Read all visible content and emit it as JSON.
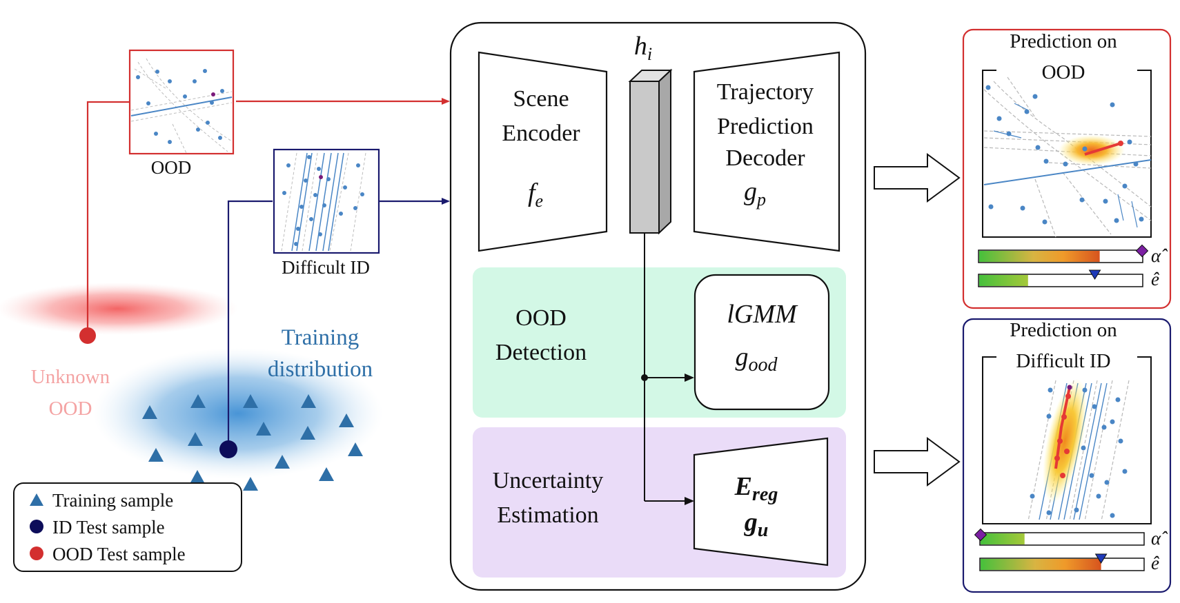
{
  "colors": {
    "ood_red": "#d32f2f",
    "id_navy": "#1a1a6e",
    "training_blue": "#2e6fa7",
    "unknown_pink": "#f4a3a3",
    "ood_panel_green": "#d3f8e6",
    "uncertainty_panel_purple": "#eadcf8",
    "encoder_bar_gray": "#c9c9c9"
  },
  "left": {
    "ood_caption": "OOD",
    "difficult_id_caption": "Difficult ID",
    "unknown_label_1": "Unknown",
    "unknown_label_2": "OOD",
    "training_label_1": "Training",
    "training_label_2": "distribution"
  },
  "legend": {
    "items": [
      {
        "label": "Training sample",
        "marker": "triangle",
        "color": "#2e6fa7"
      },
      {
        "label": "ID Test sample",
        "marker": "circle",
        "color": "#1a1a6e"
      },
      {
        "label": "OOD Test sample",
        "marker": "circle",
        "color": "#d32f2f"
      }
    ]
  },
  "model": {
    "latent_label": "h",
    "latent_sub": "i",
    "encoder_line1": "Scene",
    "encoder_line2": "Encoder",
    "encoder_symbol": "f",
    "encoder_symbol_sub": "e",
    "decoder_line1": "Trajectory",
    "decoder_line2": "Prediction",
    "decoder_line3": "Decoder",
    "decoder_symbol": "g",
    "decoder_symbol_sub": "p",
    "ood_panel_line1": "OOD",
    "ood_panel_line2": "Detection",
    "lgmm_label": "lGMM",
    "gmm_symbol": "g",
    "gmm_symbol_sub": "ood",
    "unc_panel_line1": "Uncertainty",
    "unc_panel_line2": "Estimation",
    "ereg_symbol": "E",
    "ereg_sub": "reg",
    "gu_symbol": "g",
    "gu_sub": "u"
  },
  "outputs": {
    "ood_title_1": "Prediction on",
    "ood_title_2": "OOD",
    "id_title_1": "Prediction on",
    "id_title_2": "Difficult ID",
    "alpha_label": "α̂",
    "e_label": "ê",
    "ood_alpha_fill": 0.74,
    "ood_alpha_marker": 1.0,
    "ood_e_fill": 0.3,
    "ood_e_marker": 0.71,
    "id_alpha_fill": 0.27,
    "id_alpha_marker": 0.0,
    "id_e_fill": 0.74,
    "id_e_marker": 0.74
  }
}
